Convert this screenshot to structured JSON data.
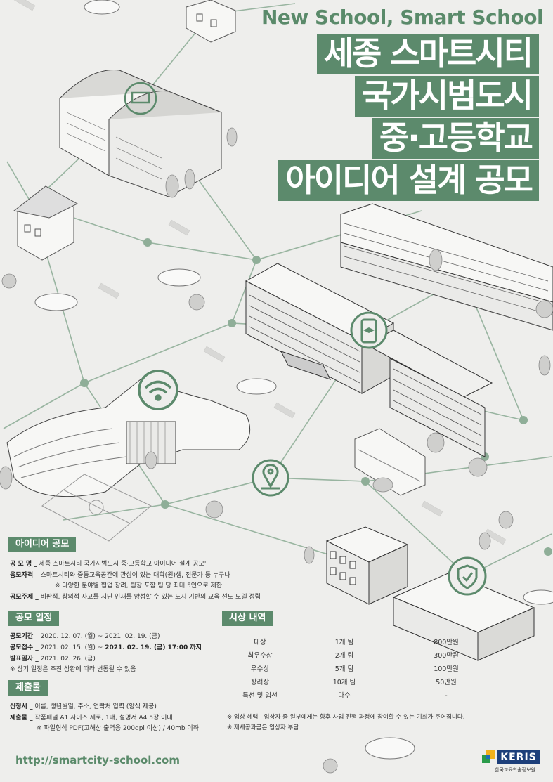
{
  "header": {
    "title_en": "New School, Smart School",
    "title_lines": [
      "세종 스마트시티",
      "국가시범도시",
      "중·고등학교",
      "아이디어 설계 공모"
    ]
  },
  "idea_section": {
    "heading": "아이디어 공모",
    "rows": [
      {
        "label": "공 모 명 _",
        "text": "세종 스마트시티 국가시범도시 중·고등학교 아이디어 설계 공모'"
      },
      {
        "label": "응모자격 _",
        "text": "스마트시티와 중등교육공간에 관심이 있는 대학(원)생, 전문가 등 누구나"
      },
      {
        "label": "",
        "text": "※ 다양한 분야별 협업 장려, 팀장 포함 팀 당 최대 5인으로 제한"
      },
      {
        "label": "공모주제 _",
        "text": "비판적, 창의적 사고를 지닌 인재를 양성할 수 있는 도시 기반의 교육 선도 모델 정립"
      }
    ]
  },
  "schedule_section": {
    "heading": "공모 일정",
    "rows": [
      {
        "label": "공모기간 _",
        "text": "2020. 12. 07. (월) ~ 2021. 02. 19. (금)",
        "bold": ""
      },
      {
        "label": "공모접수 _",
        "text": "2021. 02. 15. (월) ~ ",
        "bold": "2021. 02. 19. (금) 17:00 까지"
      },
      {
        "label": "발표일자 _",
        "text": "2021. 02. 26. (금)",
        "bold": ""
      },
      {
        "label": "",
        "text": "※ 상기 일정은 추진 상황에 따라 변동될 수 있음",
        "bold": ""
      }
    ]
  },
  "submission_section": {
    "heading": "제출물",
    "rows": [
      {
        "label": "신청서 _",
        "text": "이름, 생년월일, 주소, 연락처 입력 (양식 제공)"
      },
      {
        "label": "제출물 _",
        "text": "작품패널 A1 사이즈 세로, 1매, 설명서 A4 5장 이내"
      },
      {
        "label": "",
        "text": "※ 파일형식 PDF(고해상 출력용 200dpi 이상) / 40mb 이하"
      }
    ]
  },
  "awards_section": {
    "heading": "시상 내역",
    "rows": [
      [
        "대상",
        "1개 팀",
        "800만원"
      ],
      [
        "최우수상",
        "2개 팀",
        "300만원"
      ],
      [
        "우수상",
        "5개 팀",
        "100만원"
      ],
      [
        "장려상",
        "10개 팀",
        "50만원"
      ],
      [
        "특선 및 입선",
        "다수",
        "-"
      ]
    ],
    "notes": [
      "※  입상 혜택 : 입상자 중 일부에게는 향후 사업 진행 과정에 참여할 수 있는 기회가 주어집니다.",
      "※  제세공과금은 입상자 부담"
    ]
  },
  "footer": {
    "url": "http://smartcity-school.com",
    "logo_text": "KERIS",
    "logo_sub": "한국교육학술정보원"
  },
  "theme": {
    "accent": "#5c8a6c",
    "background": "#eeeeec",
    "logo_blue": "#1d3f7a"
  },
  "icons": [
    "phone-cap-icon",
    "wifi-icon",
    "map-pin-icon",
    "shield-check-icon",
    "classroom-icon"
  ]
}
